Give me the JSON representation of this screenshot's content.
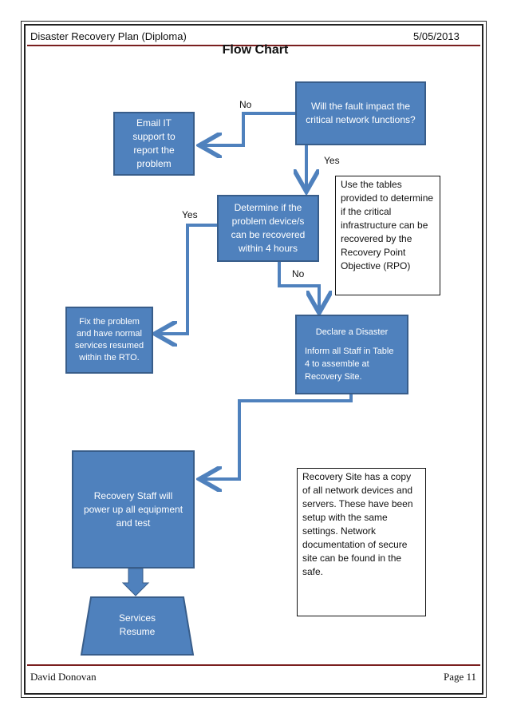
{
  "header": {
    "doc_title": "Disaster Recovery Plan (Diploma)",
    "date": "5/05/2013",
    "page_title": "Flow Chart"
  },
  "flow": {
    "q_fault": "Will the fault impact the critical network functions?",
    "email_it": "Email IT support to report the problem",
    "determine": "Determine if the problem device/s can be recovered within 4 hours",
    "fix": "Fix the problem and have normal services resumed within the RTO.",
    "declare_title": "Declare a Disaster",
    "declare_body": "Inform all Staff in Table 4 to assemble at Recovery Site.",
    "recovery_staff": "Recovery Staff will power up all equipment and test",
    "services_resume": "Services Resume",
    "label_no_1": "No",
    "label_yes_1": "Yes",
    "label_yes_2": "Yes",
    "label_no_2": "No"
  },
  "notes": {
    "tables_note": "Use the tables provided to determine if the critical infrastructure can be recovered by the Recovery Point Objective (RPO)",
    "site_note": "Recovery Site has a copy of all network devices and servers. These have been setup with the same settings. Network documentation of secure site can be found in the safe."
  },
  "footer": {
    "author": "David Donovan",
    "page": "Page 11"
  },
  "colors": {
    "box_fill": "#4f81bd",
    "box_border": "#385d8a",
    "rule": "#7a1f1f"
  }
}
